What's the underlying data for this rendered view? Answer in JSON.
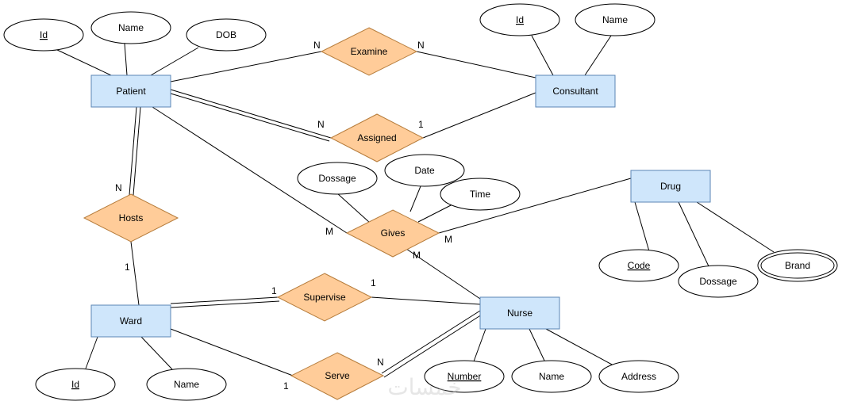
{
  "entities": {
    "patient": "Patient",
    "consultant": "Consultant",
    "drug": "Drug",
    "ward": "Ward",
    "nurse": "Nurse"
  },
  "relationships": {
    "examine": "Examine",
    "assigned": "Assigned",
    "hosts": "Hosts",
    "gives": "Gives",
    "supervise": "Supervise",
    "serve": "Serve"
  },
  "attributes": {
    "patient_id": "Id",
    "patient_name": "Name",
    "patient_dob": "DOB",
    "consultant_id": "Id",
    "consultant_name": "Name",
    "gives_dossage": "Dossage",
    "gives_date": "Date",
    "gives_time": "Time",
    "drug_code": "Code",
    "drug_dossage": "Dossage",
    "drug_brand": "Brand",
    "ward_id": "Id",
    "ward_name": "Name",
    "nurse_number": "Number",
    "nurse_name": "Name",
    "nurse_address": "Address"
  },
  "cardinalities": {
    "examine_patient": "N",
    "examine_consultant": "N",
    "assigned_patient": "N",
    "assigned_consultant": "1",
    "hosts_patient": "N",
    "hosts_ward": "1",
    "gives_patient": "M",
    "gives_drug": "M",
    "gives_nurse": "M",
    "supervise_ward": "1",
    "supervise_nurse": "1",
    "serve_ward": "1",
    "serve_nurse": "N"
  },
  "watermark": "خمسات"
}
